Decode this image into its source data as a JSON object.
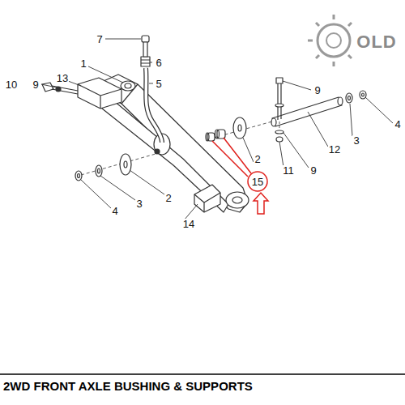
{
  "diagram": {
    "title": "2WD FRONT AXLE BUSHING & SUPPORTS",
    "labels": [
      "7",
      "6",
      "1",
      "5",
      "10",
      "9",
      "13",
      "9",
      "4",
      "3",
      "12",
      "11",
      "9",
      "2",
      "15",
      "3",
      "2",
      "4",
      "14",
      "OLD"
    ]
  }
}
